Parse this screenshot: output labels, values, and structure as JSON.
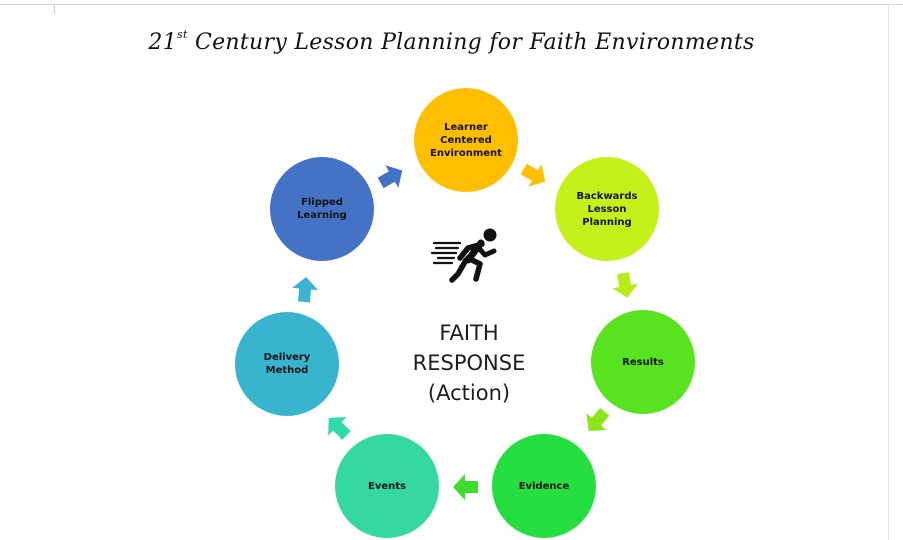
{
  "title": {
    "prefix": "21",
    "superscript": "st",
    "rest": " Century Lesson Planning for Faith Environments"
  },
  "center": {
    "line1": "FAITH",
    "line2": "RESPONSE",
    "line3": "(Action)",
    "icon": "running-person-icon"
  },
  "cycle": [
    {
      "lines": [
        "Learner",
        "Centered",
        "Environment"
      ],
      "color": "#FFBF00"
    },
    {
      "lines": [
        "Backwards",
        "Lesson",
        "Planning"
      ],
      "color": "#C5F01B"
    },
    {
      "lines": [
        "Results"
      ],
      "color": "#58E21F"
    },
    {
      "lines": [
        "Evidence"
      ],
      "color": "#25DE3F"
    },
    {
      "lines": [
        "Events"
      ],
      "color": "#34D8A0"
    },
    {
      "lines": [
        "Delivery",
        "Method"
      ],
      "color": "#38B4CE"
    },
    {
      "lines": [
        "Flipped",
        "Learning"
      ],
      "color": "#4472C4"
    }
  ],
  "arrow_colors": [
    "#FFBF00",
    "#B9EA1A",
    "#8CE41B",
    "#3EDC2E",
    "#30D9A8",
    "#3BB2D2",
    "#4472C4"
  ]
}
